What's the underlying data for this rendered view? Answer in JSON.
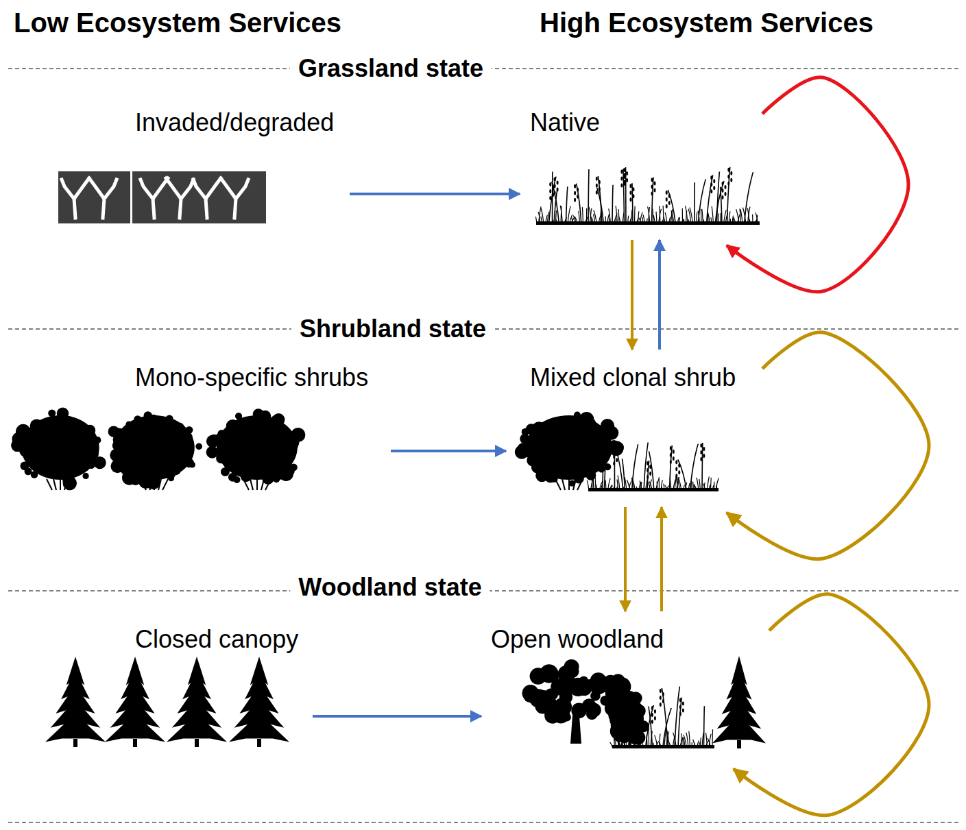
{
  "diagram": {
    "nodes": [
      {
        "text": [
          "Invaded/degraded"
        ]
      },
      {
        "text": [
          "Native"
        ]
      },
      {
        "text": [
          "Mono-specific shrubs"
        ]
      },
      {
        "text": [
          "Mixed clonal shrub"
        ]
      },
      {
        "text": [
          "Closed canopy"
        ]
      },
      {
        "text": [
          "Open woodland"
        ]
      }
    ],
    "edges": [
      {
        "from": 0,
        "to": 1,
        "arrow": "to"
      },
      {
        "from": 1,
        "to": 3,
        "arrow": "to"
      },
      {
        "from": 3,
        "to": 1,
        "arrow": "to"
      },
      {
        "from": 1,
        "to": 1,
        "arrow": "to"
      },
      {
        "from": 2,
        "to": 3,
        "arrow": "to"
      },
      {
        "from": 3,
        "to": 5,
        "arrow": "to"
      },
      {
        "from": 5,
        "to": 3,
        "arrow": "to"
      },
      {
        "from": 3,
        "to": 3,
        "arrow": "to"
      },
      {
        "from": 4,
        "to": 5,
        "arrow": "to"
      },
      {
        "from": 5,
        "to": 5,
        "arrow": "to"
      }
    ],
    "labels": [
      "Low Ecosystem Services",
      "High Ecosystem Services",
      "Grassland state",
      "Shrubland state",
      "Woodland state"
    ]
  }
}
